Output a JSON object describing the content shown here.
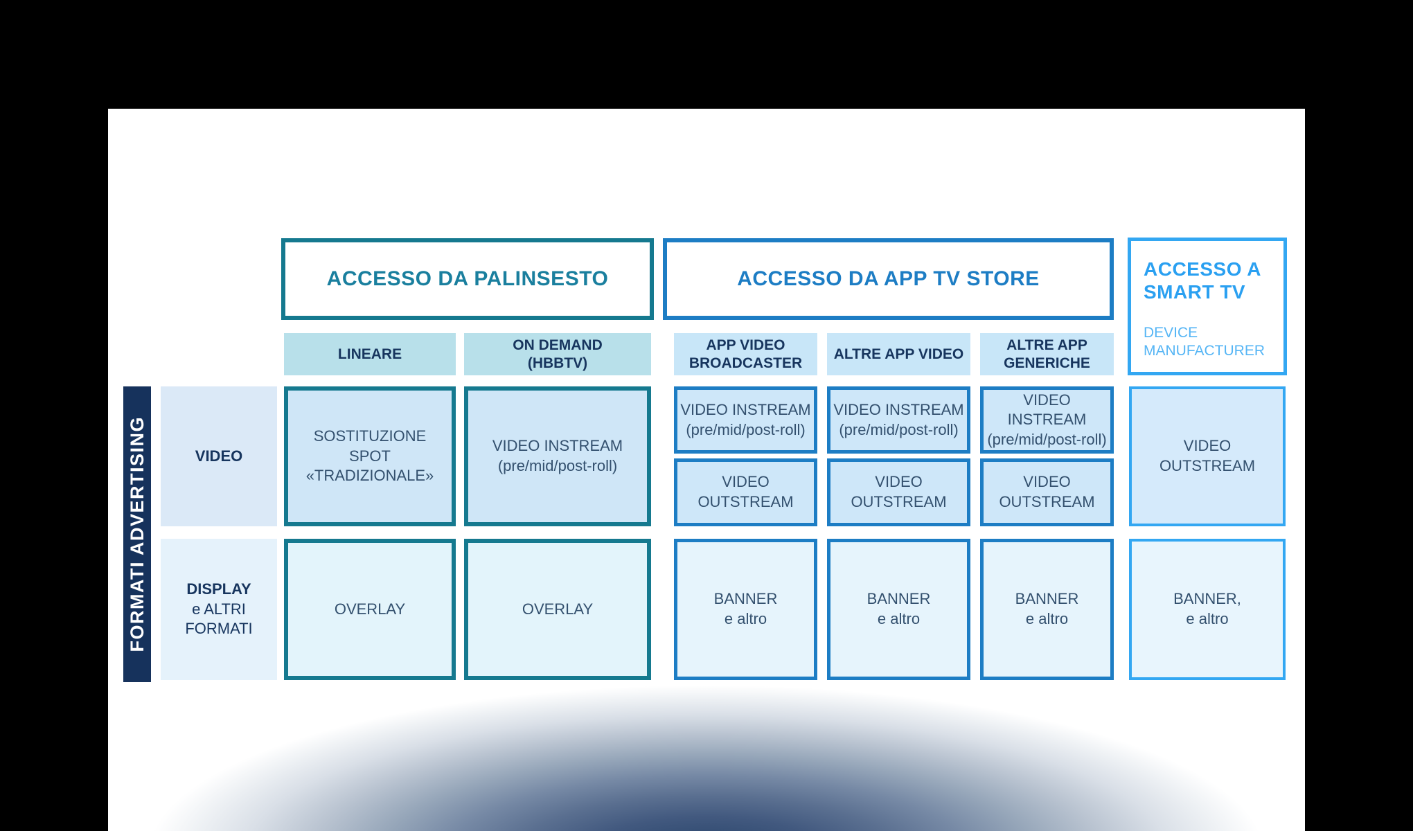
{
  "colors": {
    "frame": "#000000",
    "slide_bg": "#ffffff",
    "navy_band": "#16325c",
    "teal_accent": "#15798f",
    "blue_accent": "#1d7dc4",
    "sky_accent": "#33a7f2",
    "cell_text": "#33506e",
    "subheader_text": "#17355e",
    "teal_subheader_bg": "#b8e0ea",
    "app_subheader_bg": "#c8e6f8",
    "bottom_glow": "#2b4469"
  },
  "sidebar": {
    "label": "FORMATI ADVERTISING"
  },
  "row_labels": {
    "video": "VIDEO",
    "display_bold": "DISPLAY",
    "display_rest": "e ALTRI\nFORMATI"
  },
  "groups": {
    "palinsesto": {
      "title": "ACCESSO DA PALINSESTO"
    },
    "app_tv_store": {
      "title": "ACCESSO DA APP TV STORE"
    },
    "smart_tv": {
      "title": "ACCESSO A\nSMART TV",
      "subtitle": "DEVICE\nMANUFACTURER"
    }
  },
  "columns": [
    {
      "header": "LINEARE",
      "video": "SOSTITUZIONE\nSPOT\n«TRADIZIONALE»",
      "display": "OVERLAY"
    },
    {
      "header": "ON DEMAND\n(HBBTV)",
      "video": "VIDEO INSTREAM\n(pre/mid/post-roll)",
      "display": "OVERLAY"
    },
    {
      "header": "APP VIDEO\nBROADCASTER",
      "video_instream": "VIDEO INSTREAM\n(pre/mid/post-roll)",
      "video_outstream": "VIDEO OUTSTREAM",
      "display": "BANNER\ne altro"
    },
    {
      "header": "ALTRE APP VIDEO",
      "video_instream": "VIDEO INSTREAM\n(pre/mid/post-roll)",
      "video_outstream": "VIDEO OUTSTREAM",
      "display": "BANNER\ne altro"
    },
    {
      "header": "ALTRE APP\nGENERICHE",
      "video_instream": "VIDEO INSTREAM\n(pre/mid/post-roll)",
      "video_outstream": "VIDEO OUTSTREAM",
      "display": "BANNER\ne altro"
    },
    {
      "video": "VIDEO\nOUTSTREAM",
      "display": "BANNER,\ne altro"
    }
  ]
}
